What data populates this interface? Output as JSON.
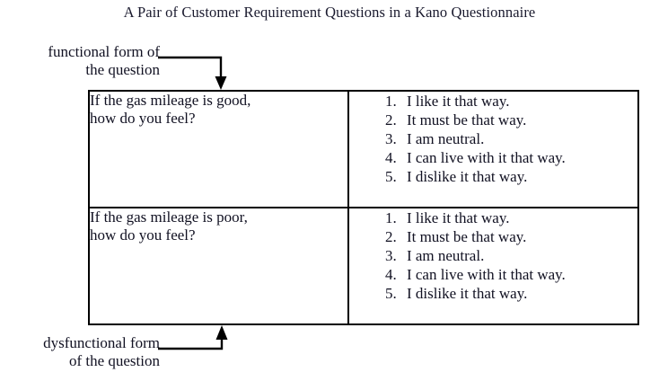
{
  "figure": {
    "title": "A Pair of Customer Requirement Questions in a Kano Questionnaire",
    "background_color": "#ffffff",
    "line_color": "#000000",
    "text_color": "#111122"
  },
  "callouts": {
    "functional": {
      "line1": "functional form of",
      "line2": "the question",
      "arrow": "down-arrow"
    },
    "dysfunctional": {
      "line1": "dysfunctional form",
      "line2": "of the question",
      "arrow": "up-arrow"
    }
  },
  "table": {
    "rows": [
      {
        "id": "functional-row",
        "question_line1": "If the gas mileage is good,",
        "question_line2": "how do you feel?",
        "answers": [
          {
            "num": "1.",
            "text": "I like it that way."
          },
          {
            "num": "2.",
            "text": "It must be that way."
          },
          {
            "num": "3.",
            "text": "I am neutral."
          },
          {
            "num": "4.",
            "text": "I can live with it that way."
          },
          {
            "num": "5.",
            "text": "I dislike it that way."
          }
        ]
      },
      {
        "id": "dysfunctional-row",
        "question_line1": "If the gas mileage is poor,",
        "question_line2": "how do you feel?",
        "answers": [
          {
            "num": "1.",
            "text": "I like it that way."
          },
          {
            "num": "2.",
            "text": "It must be that way."
          },
          {
            "num": "3.",
            "text": "I am neutral."
          },
          {
            "num": "4.",
            "text": "I can live with it that way."
          },
          {
            "num": "5.",
            "text": "I dislike it that way."
          }
        ]
      }
    ]
  }
}
